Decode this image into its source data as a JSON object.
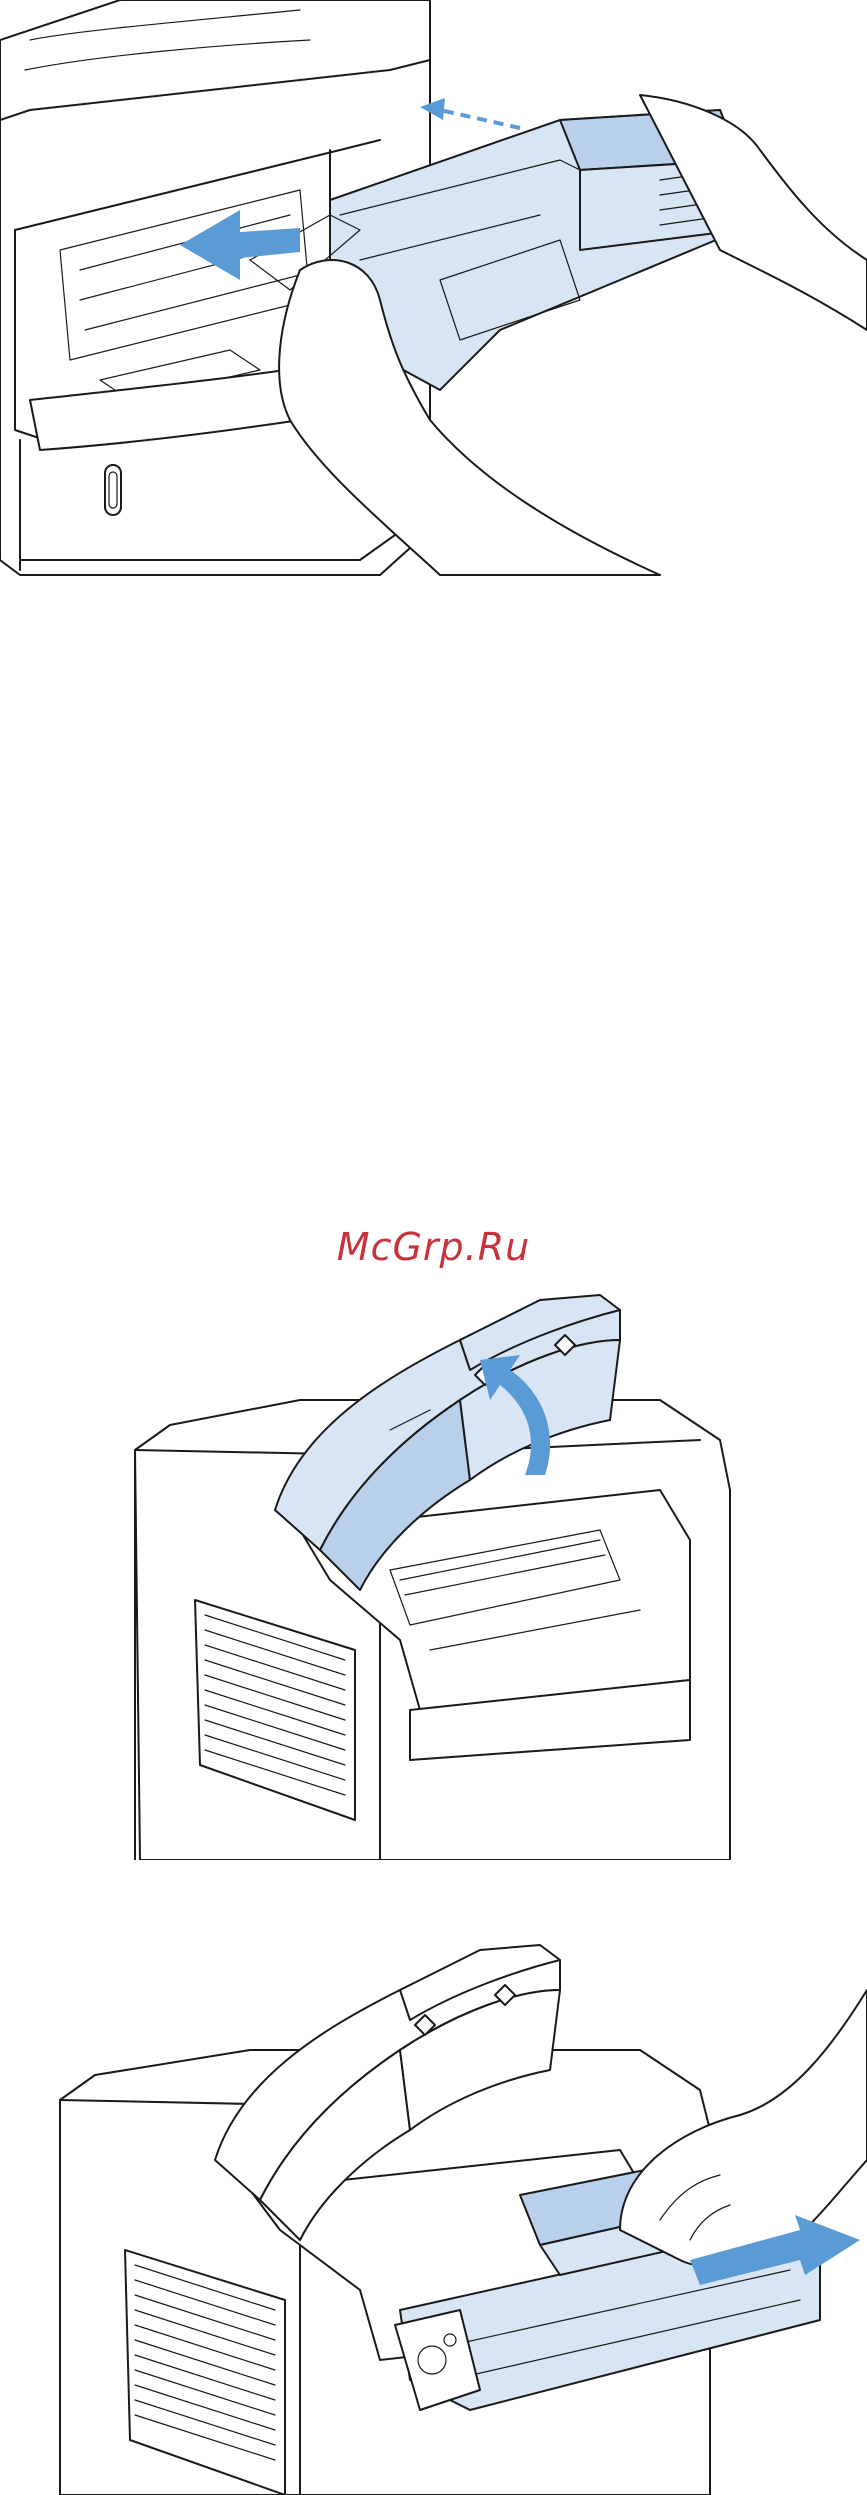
{
  "watermark": {
    "text": "McGrp.Ru",
    "color": "#c8323a"
  },
  "colors": {
    "part_fill": "#d7e5f5",
    "arrow": "#5b9bd5",
    "line": "#1a1a1a"
  },
  "figures": [
    {
      "id": "insert-duplex-unit",
      "icon": "printer-side-duplex-illustration"
    },
    {
      "id": "open-top-cover",
      "icon": "printer-top-cover-open-illustration"
    },
    {
      "id": "remove-print-cartridge",
      "icon": "printer-cartridge-remove-illustration"
    }
  ]
}
